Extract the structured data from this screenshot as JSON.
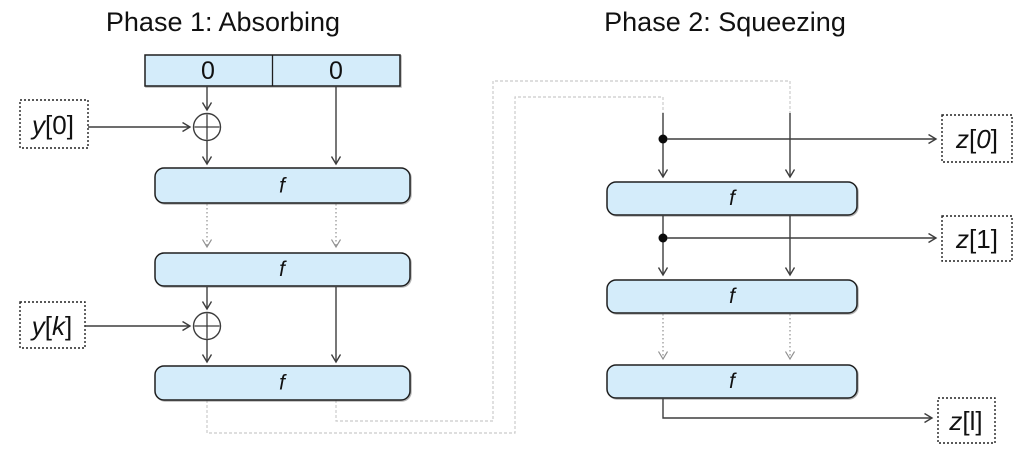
{
  "colors": {
    "box_fill": "#d4ecfa",
    "box_stroke": "#1f1f1f",
    "arrow": "#3d3d3d",
    "dashed_arrow": "#8f8f8f",
    "feedback_line": "#cbcbcb",
    "io_border": "#222222"
  },
  "phase1": {
    "title": "Phase 1: Absorbing",
    "state_cells": [
      "0",
      "0"
    ],
    "inputs": {
      "y0": {
        "var": "y",
        "open": "[",
        "idx": "0",
        "close": "]"
      },
      "yk": {
        "var": "y",
        "open": "[",
        "idx": "k",
        "close": "]"
      }
    }
  },
  "phase2": {
    "title": "Phase 2: Squeezing",
    "outputs": {
      "z0": {
        "var": "z",
        "open": "[",
        "idx": "0",
        "close": "]"
      },
      "z1": {
        "var": "z",
        "open": "[",
        "idx": "1",
        "close": "]"
      },
      "zl": {
        "var": "z",
        "open": "[",
        "idx": "l",
        "close": "]"
      }
    }
  },
  "f_label": "f"
}
